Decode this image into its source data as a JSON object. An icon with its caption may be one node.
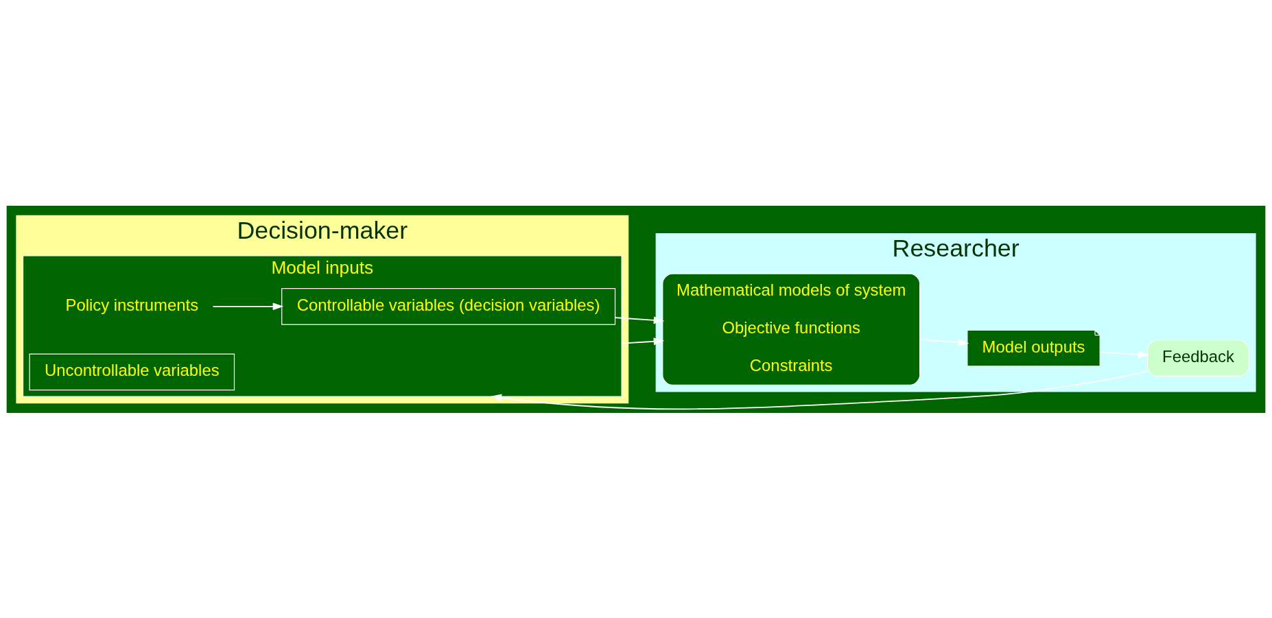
{
  "diagram": {
    "nodes": [
      {
        "text": [
          "Decision-maker"
        ]
      },
      {
        "text": [
          "Researcher"
        ]
      },
      {
        "text": [
          "Model inputs"
        ],
        "in": 0
      },
      {
        "text": [
          "Policy instruments"
        ],
        "in": 2
      },
      {
        "text": [
          "Controllable variables (decision variables)"
        ],
        "in": 2
      },
      {
        "text": [
          "Uncontrollable variables"
        ],
        "in": 2
      },
      {
        "text": [
          "Mathematical models of system",
          "Objective functions",
          "Constraints"
        ],
        "in": 1
      },
      {
        "text": [
          "Model outputs"
        ],
        "in": 1
      },
      {
        "text": [
          "Feedback"
        ],
        "in": 1
      }
    ],
    "edges": [
      {
        "from": 3,
        "to": 4,
        "arrow": "to"
      },
      {
        "from": 4,
        "to": 6,
        "arrow": "to"
      },
      {
        "from": 2,
        "to": 6,
        "arrow": "to"
      },
      {
        "from": 6,
        "to": 7,
        "arrow": "to"
      },
      {
        "from": 7,
        "to": 8,
        "arrow": "to"
      },
      {
        "from": 8,
        "to": 2,
        "arrow": "to"
      }
    ]
  }
}
